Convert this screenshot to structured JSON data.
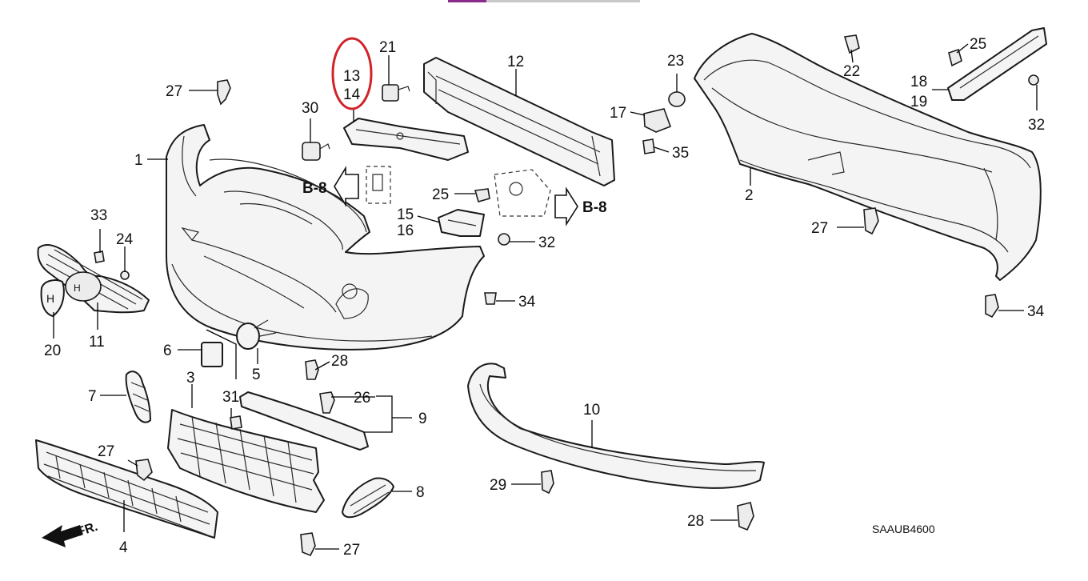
{
  "diagram": {
    "code": "SAAUB4600",
    "front_marker": "FR.",
    "reference": "B-8",
    "highlight_color": "#d0232a"
  },
  "callouts": {
    "c1": "1",
    "c2": "2",
    "c3": "3",
    "c4": "4",
    "c5": "5",
    "c6": "6",
    "c7": "7",
    "c8": "8",
    "c9": "9",
    "c10": "10",
    "c11": "11",
    "c12": "12",
    "c13": "13",
    "c14": "14",
    "c15": "15",
    "c16": "16",
    "c17": "17",
    "c18": "18",
    "c19": "19",
    "c20": "20",
    "c21": "21",
    "c22": "22",
    "c23": "23",
    "c24": "24",
    "c25": "25",
    "c26": "26",
    "c27": "27",
    "c28": "28",
    "c29": "29",
    "c30": "30",
    "c31": "31",
    "c32": "32",
    "c33": "33",
    "c34": "34",
    "c35": "35"
  }
}
